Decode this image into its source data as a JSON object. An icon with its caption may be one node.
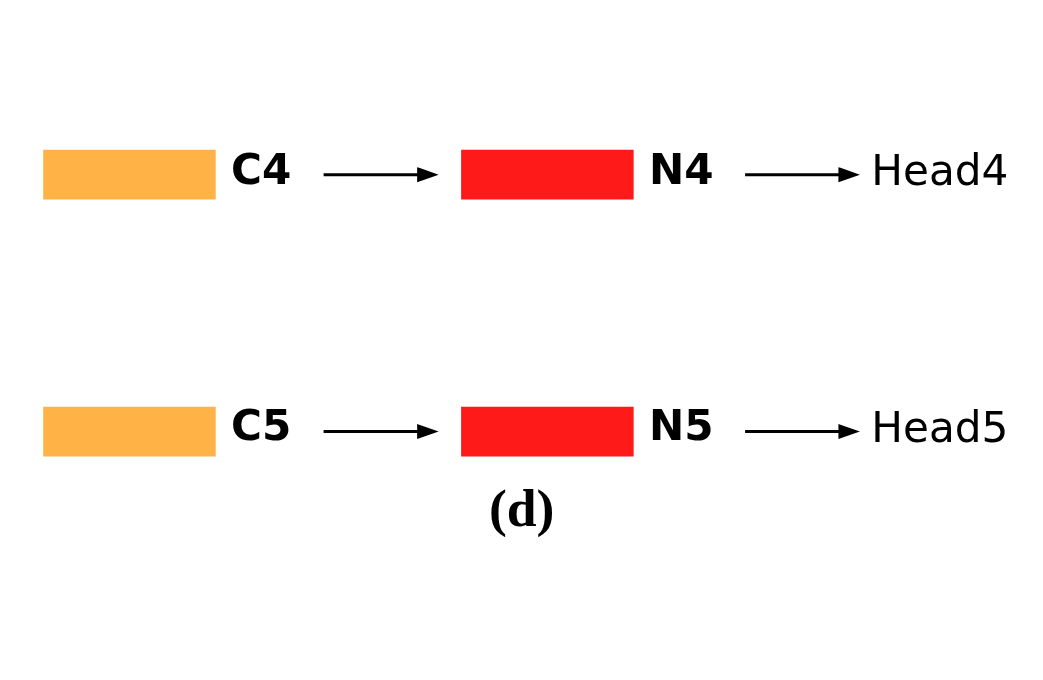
{
  "diagram": {
    "caption": "(d)",
    "nodes": [
      {
        "text": [
          "C5"
        ]
      },
      {
        "text": [
          "N5"
        ]
      },
      {
        "text": [
          "Head5"
        ]
      },
      {
        "text": [
          "C4"
        ]
      },
      {
        "text": [
          "N4"
        ]
      },
      {
        "text": [
          "Head4"
        ]
      }
    ],
    "edges": [
      {
        "from": 0,
        "to": 1,
        "arrow": "to"
      },
      {
        "from": 1,
        "to": 2,
        "arrow": "to"
      },
      {
        "from": 3,
        "to": 4,
        "arrow": "to"
      },
      {
        "from": 4,
        "to": 5,
        "arrow": "to"
      }
    ]
  }
}
